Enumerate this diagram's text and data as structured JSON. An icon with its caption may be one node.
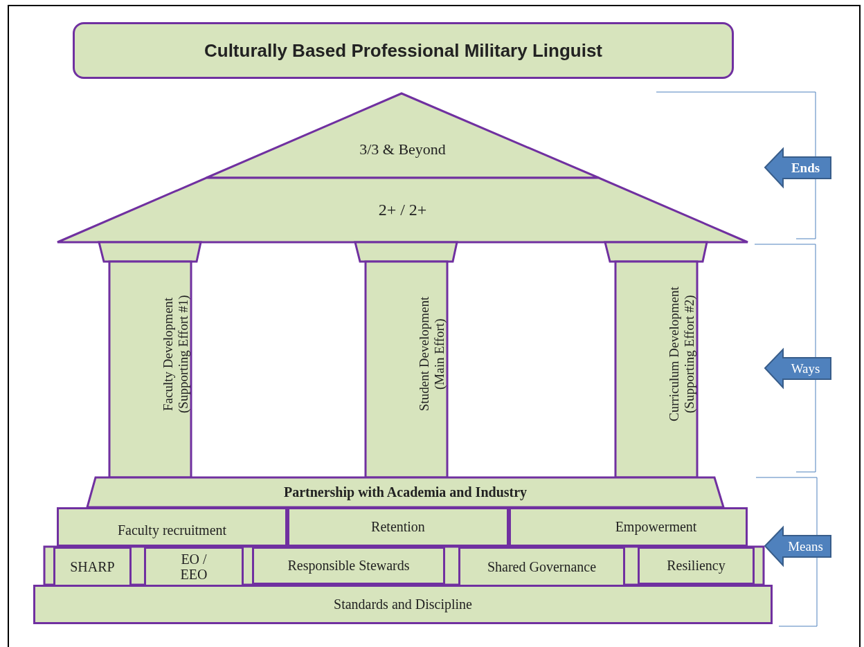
{
  "diagram": {
    "nodes": [
      {
        "text": [
          "Culturally Based Professional Military Linguist"
        ]
      },
      {
        "text": [
          "3/3 & Beyond"
        ]
      },
      {
        "text": [
          "2+ / 2+"
        ]
      },
      {
        "text": [
          "Faculty Development",
          "(Supporting Effort #1)"
        ]
      },
      {
        "text": [
          "Student Development",
          "(Main Effort)"
        ]
      },
      {
        "text": [
          "Curriculum Development",
          "(Supporting Effort #2)"
        ]
      },
      {
        "text": [
          "Partnership with Academia and Industry"
        ]
      },
      {
        "text": [
          "Faculty recruitment"
        ]
      },
      {
        "text": [
          "Retention"
        ]
      },
      {
        "text": [
          "Empowerment"
        ]
      },
      {
        "text": [
          "SHARP"
        ]
      },
      {
        "text": [
          "EO / EEO"
        ]
      },
      {
        "text": [
          "Responsible Stewards"
        ]
      },
      {
        "text": [
          "Shared Governance"
        ]
      },
      {
        "text": [
          "Resiliency"
        ]
      },
      {
        "text": [
          "Standards and Discipline"
        ]
      },
      {
        "text": [
          "Ends"
        ]
      },
      {
        "text": [
          "Ways"
        ]
      },
      {
        "text": [
          "Means"
        ]
      }
    ],
    "edges": []
  }
}
